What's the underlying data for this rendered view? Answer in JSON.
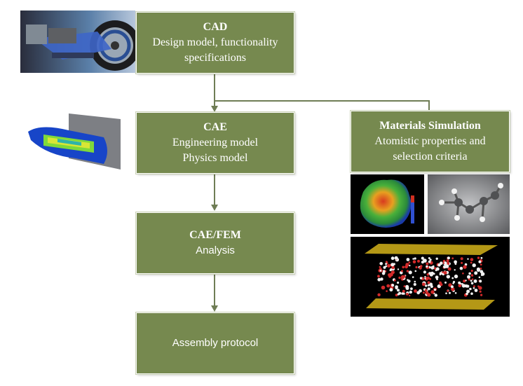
{
  "boxes": {
    "cad": {
      "title": "CAD",
      "lines": [
        "Design model, functionality",
        "specifications"
      ]
    },
    "cae": {
      "title": "CAE",
      "lines": [
        "Engineering model",
        "Physics model"
      ]
    },
    "materials": {
      "title": "Materials Simulation",
      "lines": [
        "Atomistic properties and",
        "selection criteria"
      ]
    },
    "fem": {
      "title": "CAE/FEM",
      "lines": [
        "Analysis"
      ]
    },
    "assembly": {
      "title": "",
      "lines": [
        "Assembly protocol"
      ]
    }
  },
  "colors": {
    "box_fill": "#76894f",
    "connector": "#6f7d55",
    "text": "#ffffff"
  },
  "images": [
    {
      "name": "motorcycle-wheel-cad-render"
    },
    {
      "name": "fem-mesh-part-render"
    },
    {
      "name": "electrostatic-potential-map"
    },
    {
      "name": "ball-and-stick-molecule"
    },
    {
      "name": "molecular-dynamics-slab"
    }
  ]
}
